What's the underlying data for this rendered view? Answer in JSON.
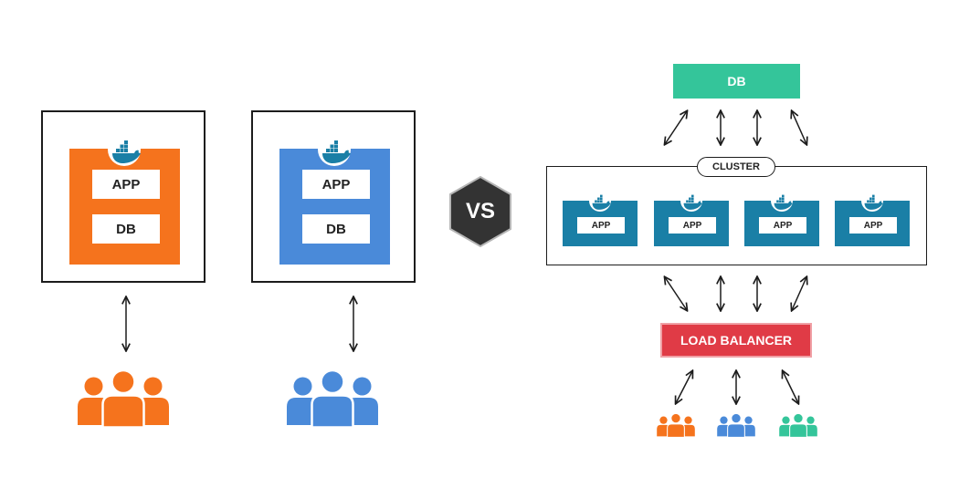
{
  "colors": {
    "orange": "#f5731d",
    "blue": "#4a8ad9",
    "teal": "#1a7fa6",
    "green": "#34c59a",
    "red": "#e03b46",
    "dark": "#333333"
  },
  "left_monolith_a": {
    "app_label": "APP",
    "db_label": "DB",
    "icon": "docker-whale-icon"
  },
  "left_monolith_b": {
    "app_label": "APP",
    "db_label": "DB",
    "icon": "docker-whale-icon"
  },
  "vs_label": "VS",
  "right": {
    "db_label": "DB",
    "cluster_label": "CLUSTER",
    "app_nodes": [
      "APP",
      "APP",
      "APP",
      "APP"
    ],
    "load_balancer_label": "LOAD BALANCER",
    "user_groups": [
      "orange",
      "blue",
      "green"
    ]
  }
}
